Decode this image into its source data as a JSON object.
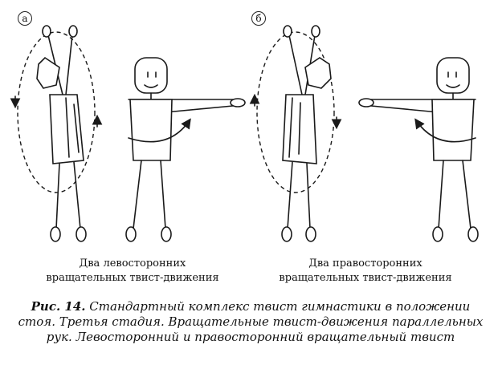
{
  "panels": [
    {
      "label": "а",
      "subcaption_line1": "Два левосторонних",
      "subcaption_line2": "вращательных твист-движения"
    },
    {
      "label": "б",
      "subcaption_line1": "Два правосторонних",
      "subcaption_line2": "вращательных твист-движения"
    }
  ],
  "caption": {
    "label": "Рис. 14.",
    "text": "Стандартный комплекс твист гимнастики в положении стоя. Третья стадия. Вращательные твист-движения параллельных рук. Левосторонний и правосторонний вращательный твист"
  }
}
